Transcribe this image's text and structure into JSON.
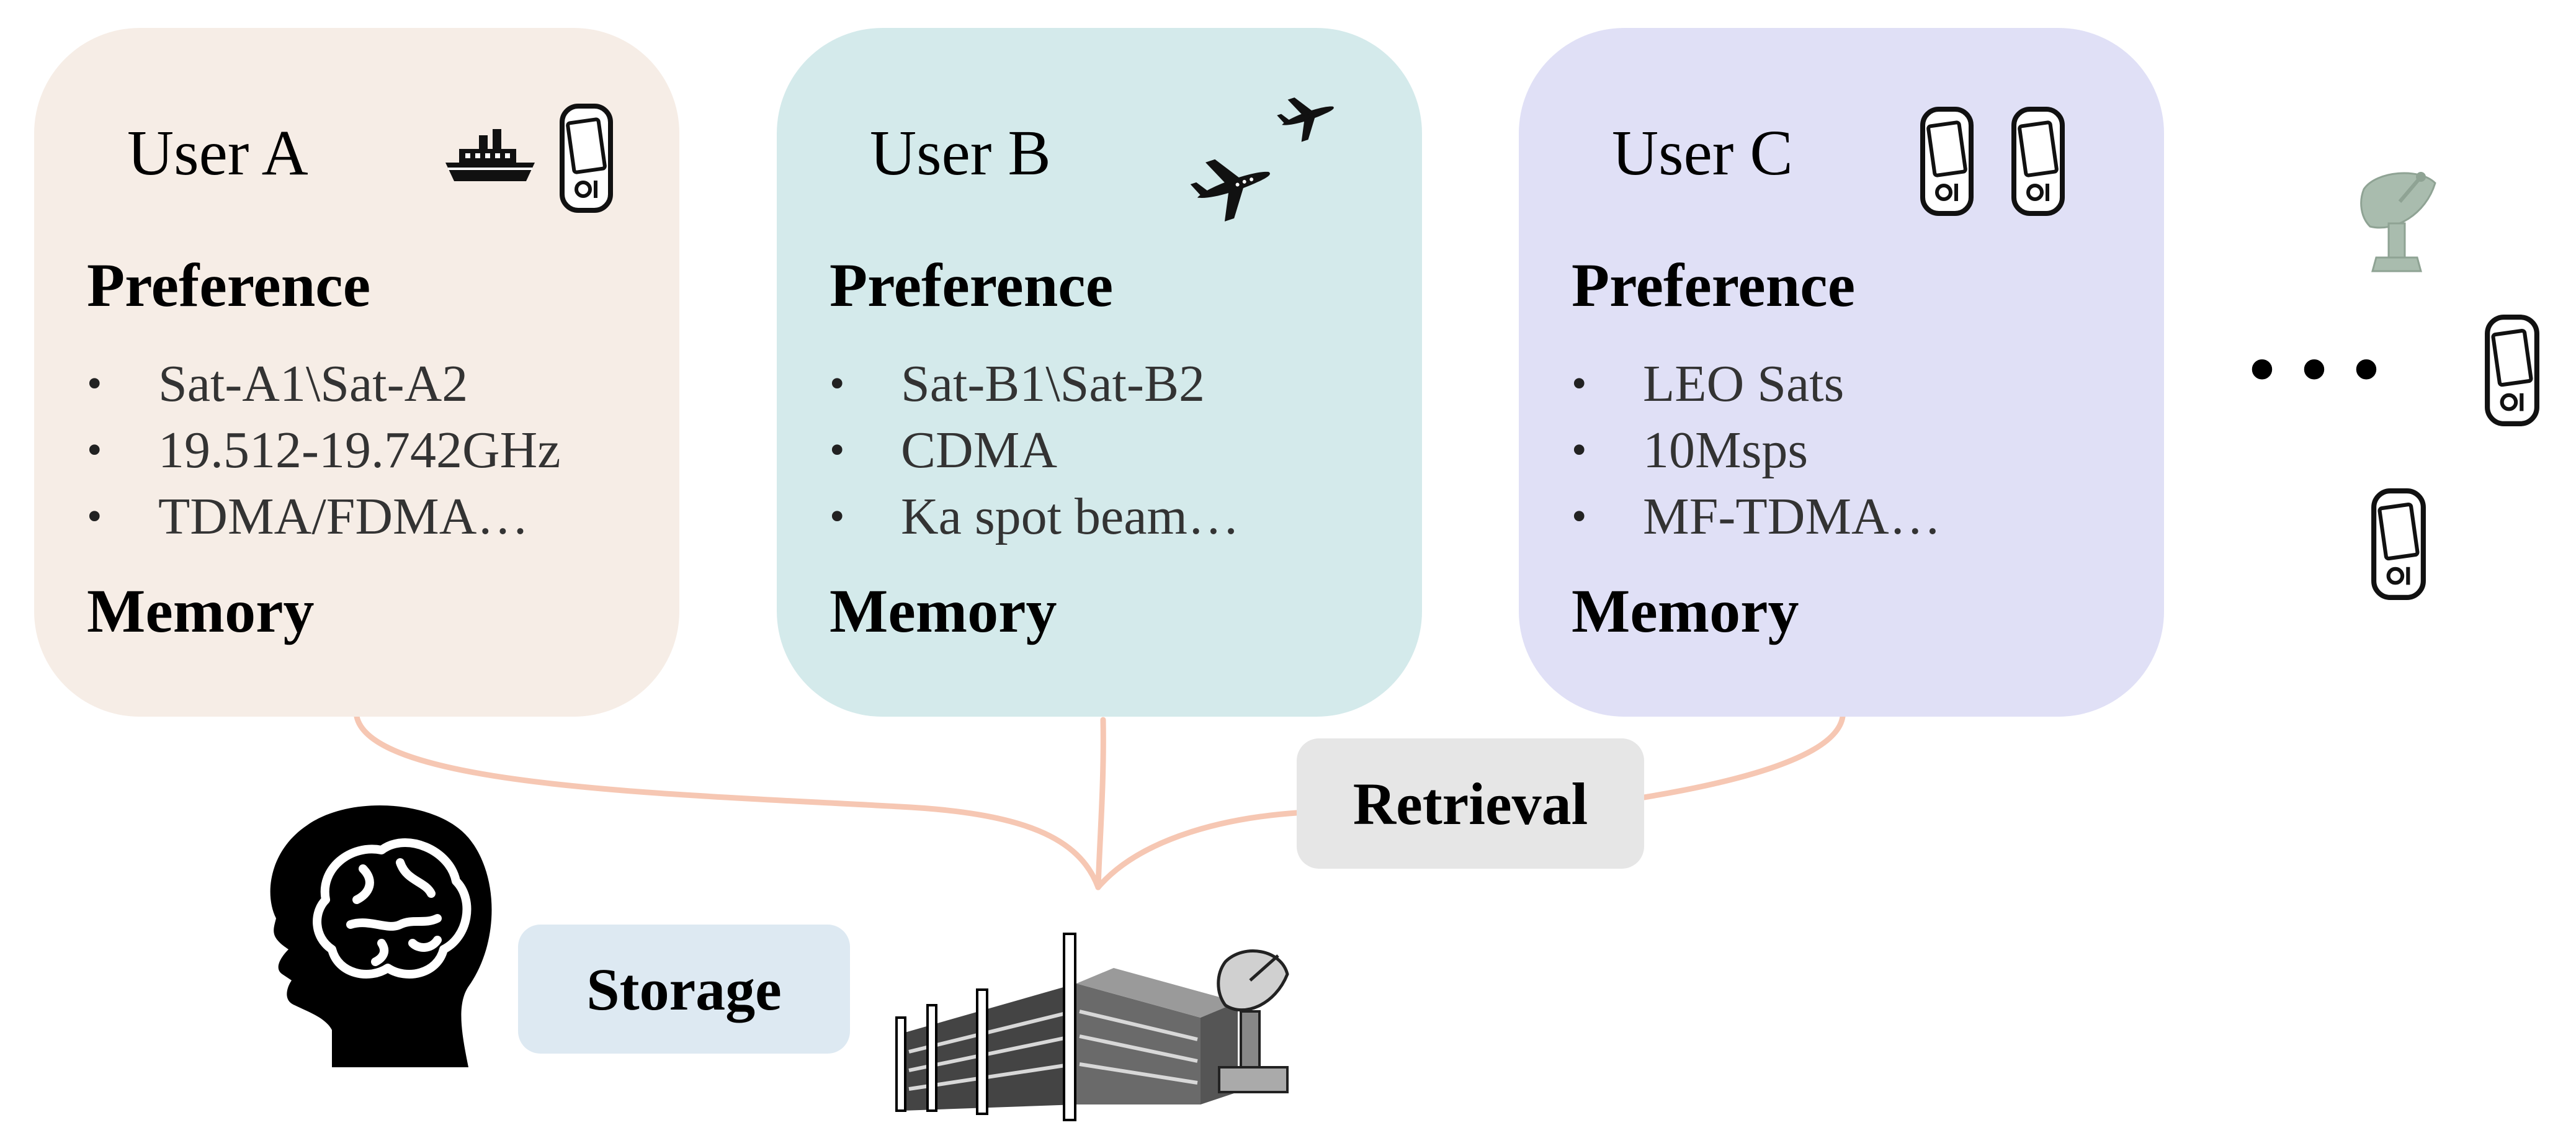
{
  "users": [
    {
      "id": "a",
      "title": "User A",
      "icons": [
        "ship-icon",
        "handset-icon"
      ],
      "preference_label": "Preference",
      "preferences": [
        "Sat-A1\\Sat-A2",
        "19.512-19.742GHz",
        "TDMA/FDMA…"
      ],
      "memory_label": "Memory",
      "color": "#f6ede6"
    },
    {
      "id": "b",
      "title": "User B",
      "icons": [
        "airplane-icon",
        "airplane-icon"
      ],
      "preference_label": "Preference",
      "preferences": [
        "Sat-B1\\Sat-B2",
        "CDMA",
        "Ka spot beam…"
      ],
      "memory_label": "Memory",
      "color": "#d4eaeb"
    },
    {
      "id": "c",
      "title": "User C",
      "icons": [
        "handset-icon",
        "handset-icon"
      ],
      "preference_label": "Preference",
      "preferences": [
        "LEO Sats",
        "10Msps",
        "MF-TDMA…"
      ],
      "memory_label": "Memory",
      "color": "#e0e0f6"
    }
  ],
  "more_indicator": "• • •",
  "retrieval_label": "Retrieval",
  "storage_label": "Storage",
  "icons": {
    "brain": "brain-head-icon",
    "station": "ground-station-icon",
    "dish": "satellite-dish-icon",
    "handset": "handset-icon"
  },
  "colors": {
    "connector": "#f6c7b3",
    "retrieval_bg": "#e6e6e6",
    "storage_bg": "#dde9f2"
  }
}
